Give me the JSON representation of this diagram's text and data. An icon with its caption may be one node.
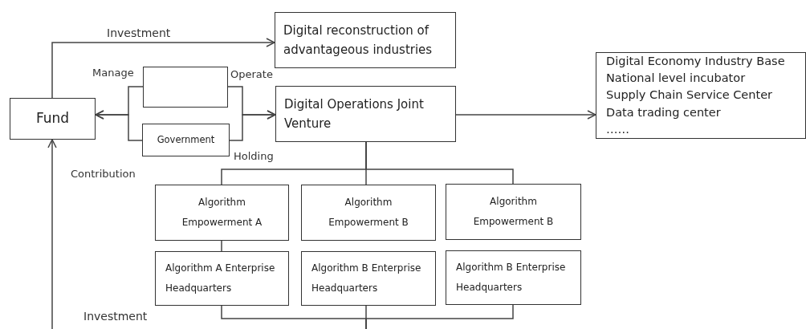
{
  "diagram": {
    "nodes": [
      {
        "text": [
          "Fund"
        ]
      },
      {
        "text": [
          "Digital reconstruction of advantageous industries"
        ]
      },
      {
        "text": [],
        "shape": "box"
      },
      {
        "text": [
          "Government"
        ]
      },
      {
        "text": [
          "Digital Operations Joint Venture"
        ]
      },
      {
        "text": [
          "Digital Economy Industry Base",
          "National level incubator",
          "Supply Chain Service Center",
          "Data trading center",
          "……"
        ]
      },
      {
        "text": [
          "Algorithm Empowerment A"
        ]
      },
      {
        "text": [
          "Algorithm Empowerment B"
        ]
      },
      {
        "text": [
          "Algorithm Empowerment B"
        ]
      },
      {
        "text": [
          "Algorithm A Enterprise Headquarters"
        ]
      },
      {
        "text": [
          "Algorithm B Enterprise Headquarters"
        ]
      },
      {
        "text": [
          "Algorithm B Enterprise Headquarters"
        ]
      }
    ],
    "edges": [
      {
        "from": 0,
        "to": 1,
        "arrow": "to",
        "label": "Investment"
      },
      {
        "from": 2,
        "to": 0,
        "arrow": "to"
      },
      {
        "from": 3,
        "to": 0,
        "arrow": "to"
      },
      {
        "from": 2,
        "to": 4,
        "arrow": "to"
      },
      {
        "from": 3,
        "to": 4,
        "arrow": "to"
      },
      {
        "from": 4,
        "to": 5,
        "arrow": "to"
      },
      {
        "from": 4,
        "to": 6,
        "arrow": "none"
      },
      {
        "from": 4,
        "to": 7,
        "arrow": "none"
      },
      {
        "from": 4,
        "to": 8,
        "arrow": "none"
      },
      {
        "from": 6,
        "to": 9,
        "arrow": "none"
      },
      {
        "from": 9,
        "to": null,
        "arrow": "none"
      },
      {
        "from": 10,
        "to": null,
        "arrow": "none"
      },
      {
        "from": 11,
        "to": null,
        "arrow": "none"
      },
      {
        "from": null,
        "to": 0,
        "arrow": "to"
      }
    ],
    "labels": [
      "Manage",
      "Operate",
      "Holding",
      "Contribution",
      "Investment"
    ]
  }
}
